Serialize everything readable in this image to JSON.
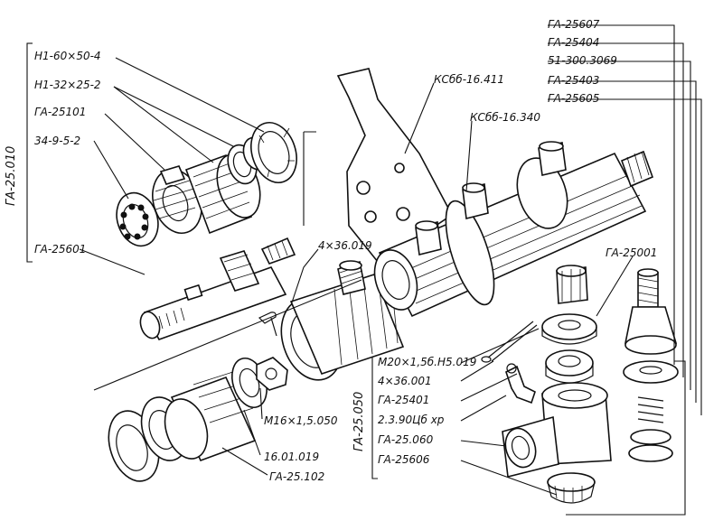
{
  "labels": {
    "h1_60": "Н1-60×50-4",
    "h1_32": "Н1-32×25-2",
    "ga_25101": "ГА-25101",
    "n34": "34-9-5-2",
    "ga_25601": "ГА-25601",
    "p436_019": "4×36.019",
    "ks_411": "КСбб-16.411",
    "ks_340": "КСбб-16.340",
    "ga_25607": "ГА-25607",
    "ga_25404": "ГА-25404",
    "n51": "51-300.3069",
    "ga_25403": "ГА-25403",
    "ga_25605": "ГА-25605",
    "ga_25001": "ГА-25001",
    "m20": "М20×1,5б.Н5.019",
    "p436_001": "4×36.001",
    "ga_25401": "ГА-25401",
    "n23": "2.3.90Цб хр",
    "ga_25060": "ГА-25.060",
    "ga_25606": "ГА-25606",
    "m16": "М16×1,5.050",
    "n16": "16.01.019",
    "ga_25102": "ГА-25.102",
    "ga_25010": "ГА-25.010",
    "ga_25050": "ГА-25.050"
  },
  "colors": {
    "ink": "#111111",
    "paper": "#ffffff"
  }
}
